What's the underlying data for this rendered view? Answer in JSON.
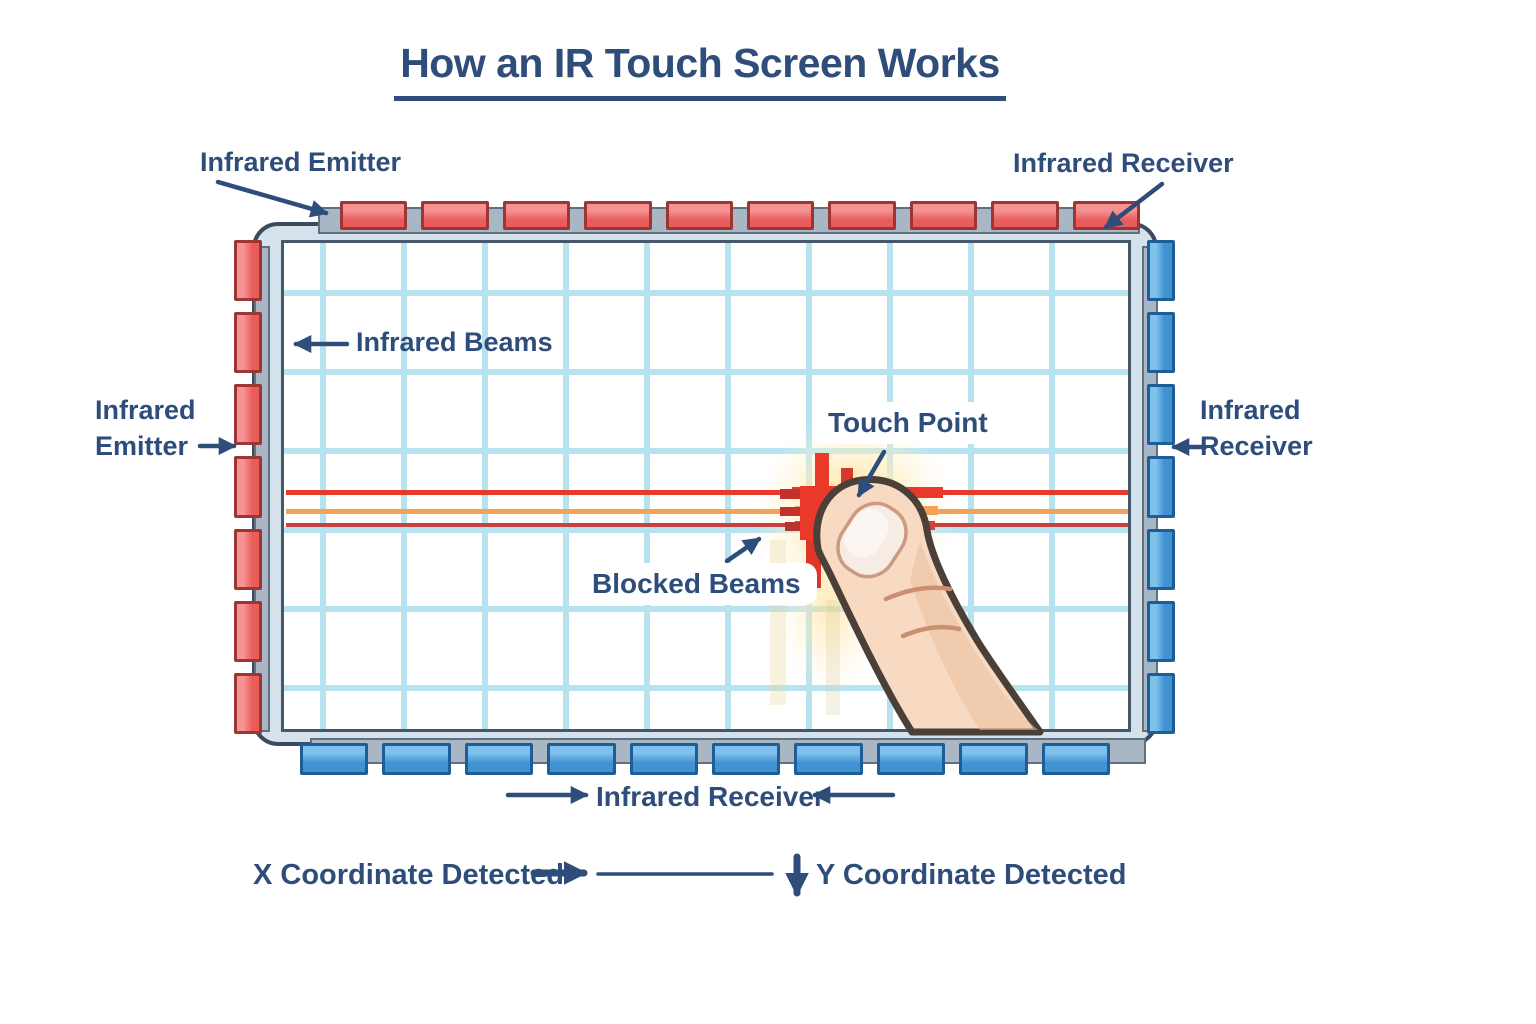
{
  "title": "How an IR Touch Screen Works",
  "labels": {
    "top_emitter": "Infrared Emitter",
    "top_receiver": "Infrared Receiver",
    "left_emitter": "Infrared\nEmitter",
    "right_receiver": "Infrared\nReceiver",
    "infrared_beams": "Infrared Beams",
    "touch_point": "Touch Point",
    "blocked_beams": "Blocked Beams",
    "bottom_receiver": "Infrared Receiver",
    "x_detected": "X Coordinate Detected",
    "y_detected": "Y Coordinate Detected"
  },
  "panel": {
    "emitters_top_count": 10,
    "receivers_bottom_count": 10,
    "emitters_left_count": 7,
    "receivers_right_count": 7
  },
  "colors": {
    "emitter_red": "#e95c5c",
    "receiver_blue": "#4192d2",
    "beam_blue": "#b7e3f0",
    "blocked_red": "#e8392b",
    "blocked_orange": "#f4a259",
    "blocked_dark_red": "#c94040",
    "label_navy": "#2e4d7b",
    "frame_fill": "#d6e2eb",
    "strip_gray": "#a9b6c4",
    "glow_yellow": "#ffd978",
    "finger_skin": "#f8d9c2"
  }
}
